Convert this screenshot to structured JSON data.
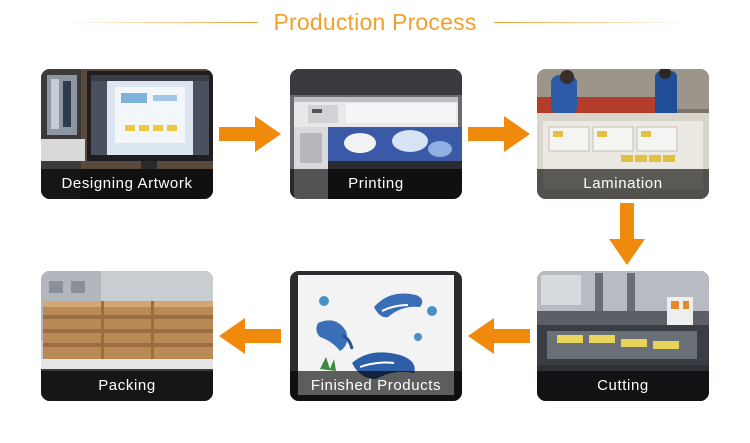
{
  "title": "Production Process",
  "colors": {
    "accent": "#f1a030",
    "arrow": "#ef8a0c",
    "caption_bg": "#000000"
  },
  "steps": [
    {
      "label": "Designing Artwork",
      "image": "computer-monitor-design-scene"
    },
    {
      "label": "Printing",
      "image": "large-format-printer-scene"
    },
    {
      "label": "Lamination",
      "image": "lamination-table-scene"
    },
    {
      "label": "Cutting",
      "image": "cutting-machine-scene"
    },
    {
      "label": "Finished Products",
      "image": "dolphin-stickers-scene"
    },
    {
      "label": "Packing",
      "image": "stacked-cartons-truck-scene"
    }
  ]
}
